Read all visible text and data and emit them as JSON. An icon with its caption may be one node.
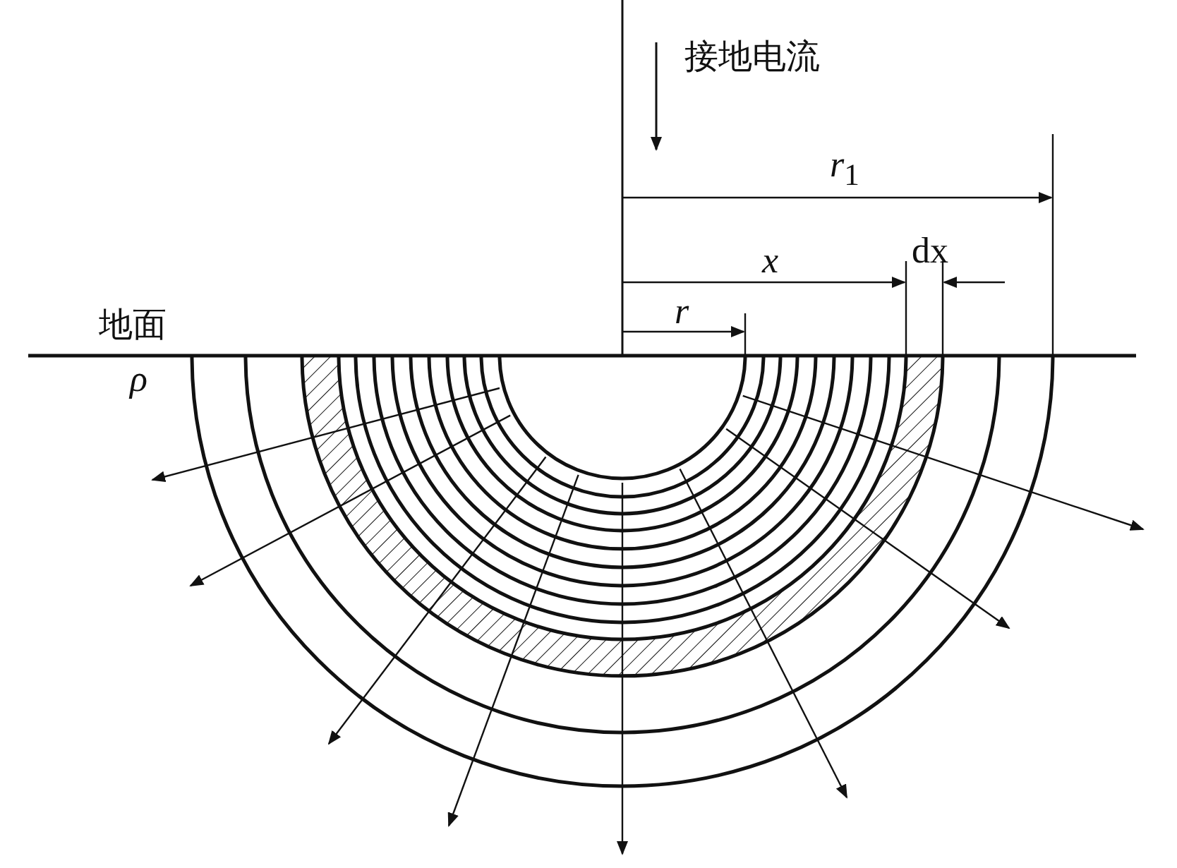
{
  "diagram": {
    "labels": [
      "接地电流",
      "*r*$_{1}$",
      "*x*",
      "dx",
      "*r*",
      "地面",
      "*ρ*"
    ]
  }
}
